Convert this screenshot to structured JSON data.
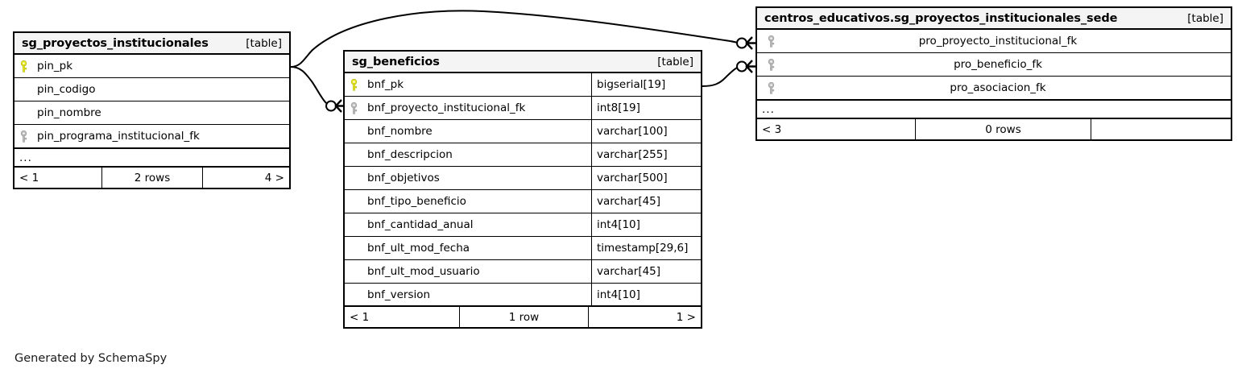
{
  "diagram": {
    "generator_note": "Generated by SchemaSpy",
    "table_tag": "[table]",
    "ellipsis": "...",
    "key_icon_pk": "key-icon-primary",
    "key_icon_fk": "key-icon-foreign",
    "colors": {
      "primary_key": "#e8e82a",
      "foreign_key": "#bfbfbf",
      "header_background": "#f4f4f4",
      "border": "#000000",
      "background": "#ffffff"
    }
  },
  "tables": [
    {
      "id": "sg_proyectos_institucionales",
      "title": "sg_proyectos_institucionales",
      "tag": "[table]",
      "columns": [
        {
          "name": "pin_pk",
          "key": "pk",
          "type": ""
        },
        {
          "name": "pin_codigo",
          "key": "",
          "type": ""
        },
        {
          "name": "pin_nombre",
          "key": "",
          "type": ""
        },
        {
          "name": "pin_programa_institucional_fk",
          "key": "fk",
          "type": ""
        }
      ],
      "has_ellipsis": true,
      "footer": {
        "prev": "< 1",
        "rows": "2 rows",
        "next": "4 >"
      }
    },
    {
      "id": "sg_beneficios",
      "title": "sg_beneficios",
      "tag": "[table]",
      "columns": [
        {
          "name": "bnf_pk",
          "key": "pk",
          "type": "bigserial[19]"
        },
        {
          "name": "bnf_proyecto_institucional_fk",
          "key": "fk",
          "type": "int8[19]"
        },
        {
          "name": "bnf_nombre",
          "key": "",
          "type": "varchar[100]"
        },
        {
          "name": "bnf_descripcion",
          "key": "",
          "type": "varchar[255]"
        },
        {
          "name": "bnf_objetivos",
          "key": "",
          "type": "varchar[500]"
        },
        {
          "name": "bnf_tipo_beneficio",
          "key": "",
          "type": "varchar[45]"
        },
        {
          "name": "bnf_cantidad_anual",
          "key": "",
          "type": "int4[10]"
        },
        {
          "name": "bnf_ult_mod_fecha",
          "key": "",
          "type": "timestamp[29,6]"
        },
        {
          "name": "bnf_ult_mod_usuario",
          "key": "",
          "type": "varchar[45]"
        },
        {
          "name": "bnf_version",
          "key": "",
          "type": "int4[10]"
        }
      ],
      "has_ellipsis": false,
      "footer": {
        "prev": "< 1",
        "rows": "1 row",
        "next": "1 >"
      }
    },
    {
      "id": "centros_educativos.sg_proyectos_institucionales_sede",
      "title": "centros_educativos.sg_proyectos_institucionales_sede",
      "tag": "[table]",
      "columns": [
        {
          "name": "pro_proyecto_institucional_fk",
          "key": "fk",
          "type": ""
        },
        {
          "name": "pro_beneficio_fk",
          "key": "fk",
          "type": ""
        },
        {
          "name": "pro_asociacion_fk",
          "key": "fk",
          "type": ""
        }
      ],
      "has_ellipsis": true,
      "footer": {
        "prev": "< 3",
        "rows": "0 rows",
        "next": ""
      }
    }
  ],
  "relationships": [
    {
      "id": "rel-pin-to-pro-proyecto",
      "from_table": "sg_proyectos_institucionales",
      "from_column": "pin_pk",
      "to_table": "centros_educativos.sg_proyectos_institucionales_sede",
      "to_column": "pro_proyecto_institucional_fk",
      "cardinality": "zero-or-many"
    },
    {
      "id": "rel-pin-to-bnf-proyecto",
      "from_table": "sg_proyectos_institucionales",
      "from_column": "pin_pk",
      "to_table": "sg_beneficios",
      "to_column": "bnf_proyecto_institucional_fk",
      "cardinality": "zero-or-many"
    },
    {
      "id": "rel-bnf-to-pro-beneficio",
      "from_table": "sg_beneficios",
      "from_column": "bnf_pk",
      "to_table": "centros_educativos.sg_proyectos_institucionales_sede",
      "to_column": "pro_beneficio_fk",
      "cardinality": "zero-or-many"
    }
  ]
}
